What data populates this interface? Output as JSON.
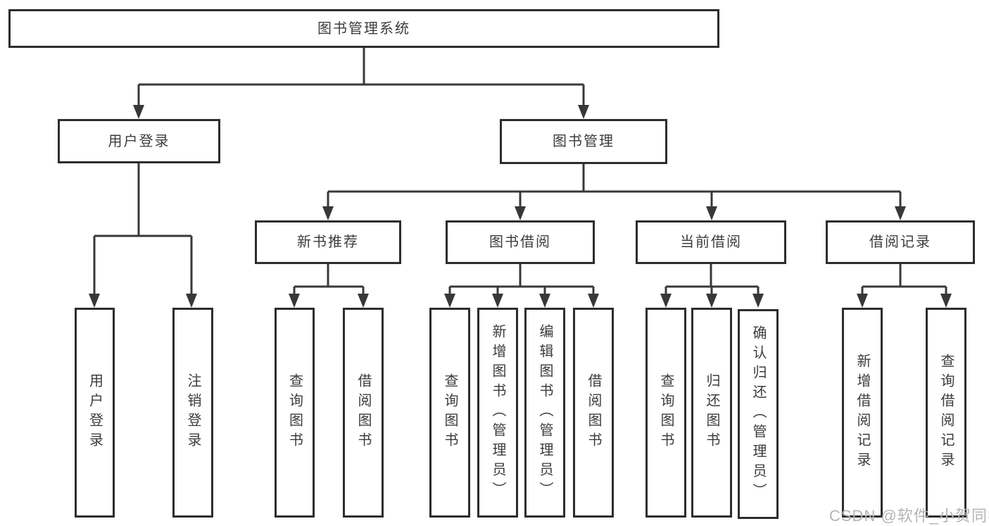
{
  "colors": {
    "line": "#383838",
    "border": "#2d2d2d",
    "text": "#3c3c3c",
    "bg": "#ffffff",
    "watermark": "#b4b4b4"
  },
  "tree": {
    "root": {
      "label": "图书管理系统"
    },
    "level2": [
      {
        "label": "用户登录"
      },
      {
        "label": "图书管理"
      }
    ],
    "level3": [
      {
        "label": "新书推荐"
      },
      {
        "label": "图书借阅"
      },
      {
        "label": "当前借阅"
      },
      {
        "label": "借阅记录"
      }
    ],
    "leaves": {
      "user_login": [
        "用户登录",
        "注销登录"
      ],
      "new_book_recommend": [
        "查询图书",
        "借阅图书"
      ],
      "book_borrow": [
        "查询图书",
        "新增图书（管理员）",
        "编辑图书（管理员）",
        "借阅图书"
      ],
      "current_borrow": [
        "查询图书",
        "归还图书",
        "确认归还（管理员）"
      ],
      "borrow_records": [
        "新增借阅记录",
        "查询借阅记录"
      ]
    }
  },
  "watermark": {
    "text": "CSDN @软件_小贺同学"
  }
}
